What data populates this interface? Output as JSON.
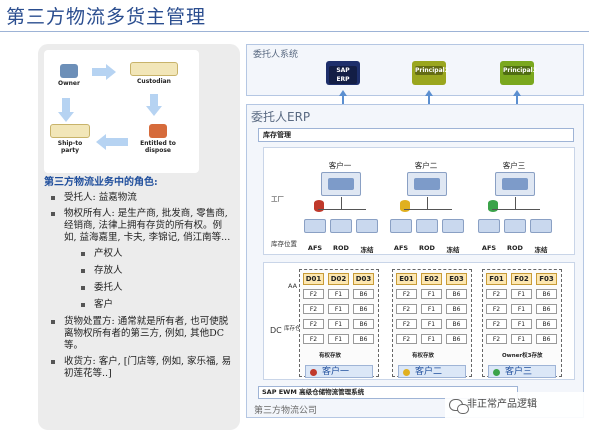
{
  "header": {
    "title": "第三方物流多货主管理"
  },
  "flow": {
    "owner": "Owner",
    "custodian": "Custodian",
    "ship_to": "Ship-to\nparty",
    "entitled": "Entitled to\ndispose"
  },
  "roles": {
    "heading": "第三方物流业务中的角色:",
    "beneficiary": "受托人: 益嘉物流",
    "owner_desc": "物权所有人: 是生产商, 批发商, 零售商, 经销商, 法律上拥有存货的所有权。例如, 益海嘉里, 卡夫, 李锦记, 俏江南等...",
    "sub_items": [
      "产权人",
      "存放人",
      "委托人",
      "客户"
    ],
    "disposer": "货物处置方: 通常就是所有者, 也可使脱离物权所有者的第三方, 例如, 其他DC等。",
    "receiver": "收货方: 客户, [门店等, 例如, 家乐福, 易初莲花等..]"
  },
  "systems": {
    "label": "委托人系统",
    "servers": [
      {
        "name": "SAP ERP",
        "color": "#1e2f6b"
      },
      {
        "name": "Principal2",
        "color": "#9aa61e"
      },
      {
        "name": "Principal3",
        "color": "#7aa81e"
      }
    ]
  },
  "erp": {
    "label": "委托人ERP",
    "stock_mgmt": "库存管理",
    "plant": "工厂",
    "storage_loc": "库存位置",
    "customers": [
      "客户一",
      "客户二",
      "客户三"
    ],
    "store_labels": [
      "AFS",
      "ROD",
      "冻结"
    ]
  },
  "warehouse": {
    "aa": "AA",
    "dc": "DC",
    "storage_bin": "库存仓位",
    "blocks": [
      {
        "headers": [
          "D01",
          "D02",
          "D03"
        ],
        "rows": [
          [
            "F2",
            "F1",
            "B6"
          ],
          [
            "F2",
            "F1",
            "B6"
          ],
          [
            "F2",
            "F1",
            "B6"
          ],
          [
            "F2",
            "F1",
            "B6"
          ]
        ],
        "stock_label": "有权存放",
        "tab": "客户一",
        "tab_color": "#c0392b"
      },
      {
        "headers": [
          "E01",
          "E02",
          "E03"
        ],
        "rows": [
          [
            "F2",
            "F1",
            "B6"
          ],
          [
            "F2",
            "F1",
            "B6"
          ],
          [
            "F2",
            "F1",
            "B6"
          ],
          [
            "F2",
            "F1",
            "B6"
          ]
        ],
        "stock_label": "有权存放",
        "tab": "客户二",
        "tab_color": "#e0b020"
      },
      {
        "headers": [
          "F01",
          "F02",
          "F03"
        ],
        "rows": [
          [
            "F2",
            "F1",
            "B6"
          ],
          [
            "F2",
            "F1",
            "B6"
          ],
          [
            "F2",
            "F1",
            "B6"
          ],
          [
            "F2",
            "F1",
            "B6"
          ]
        ],
        "stock_label": "Owner权3存放",
        "tab": "客户三",
        "tab_color": "#3ba34a"
      }
    ]
  },
  "footer": {
    "ewm": "SAP EWM 高级仓储物流管理系统",
    "third_party": "第三方物流公司",
    "watermark": "非正常产品逻辑"
  }
}
